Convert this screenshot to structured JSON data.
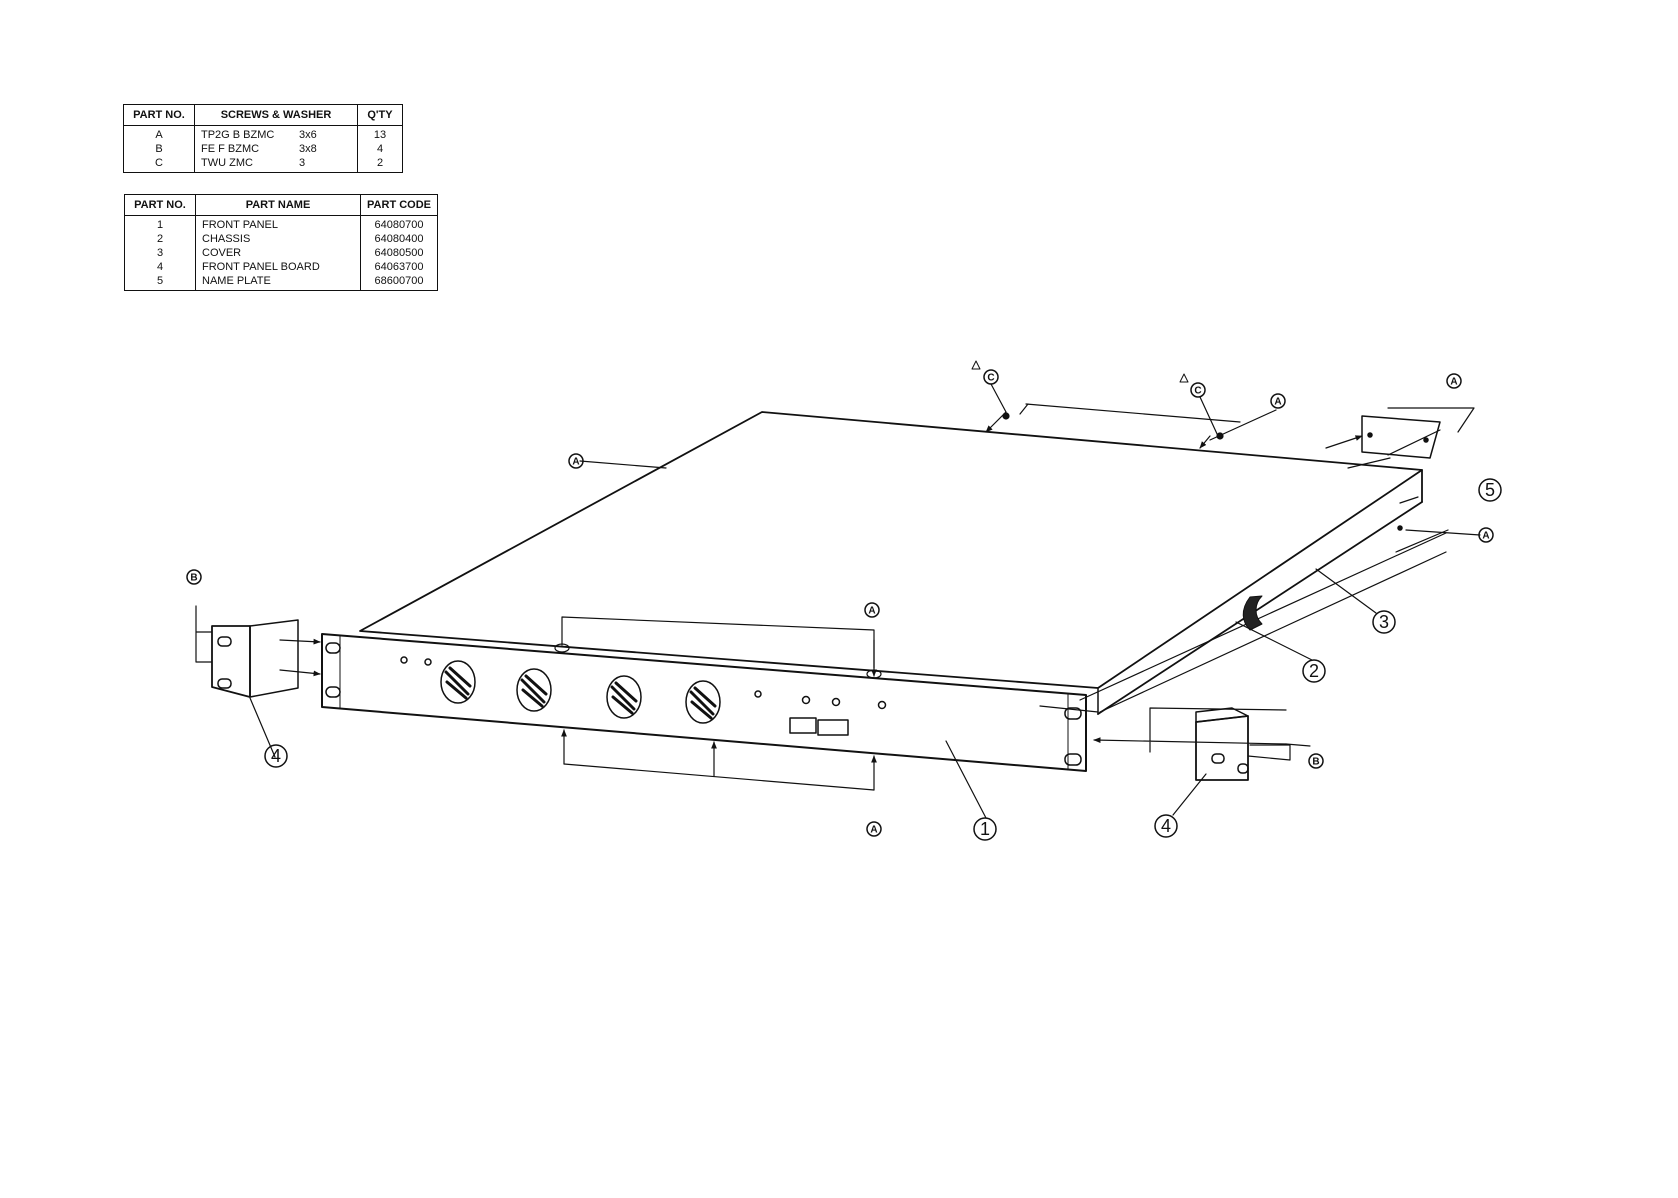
{
  "screw_table": {
    "headers": [
      "PART NO.",
      "SCREWS & WASHER",
      "Q'TY"
    ],
    "rows": [
      {
        "part_no": "A",
        "name": "TP2G B BZMC",
        "size": "3x6",
        "qty": "13"
      },
      {
        "part_no": "B",
        "name": "FE F BZMC",
        "size": "3x8",
        "qty": "4"
      },
      {
        "part_no": "C",
        "name": "TWU ZMC",
        "size": "3",
        "qty": "2"
      }
    ]
  },
  "part_table": {
    "headers": [
      "PART NO.",
      "PART NAME",
      "PART CODE"
    ],
    "rows": [
      {
        "part_no": "1",
        "name": "FRONT PANEL",
        "code": "64080700"
      },
      {
        "part_no": "2",
        "name": "CHASSIS",
        "code": "64080400"
      },
      {
        "part_no": "3",
        "name": "COVER",
        "code": "64080500"
      },
      {
        "part_no": "4",
        "name": "FRONT PANEL BOARD",
        "code": "64063700"
      },
      {
        "part_no": "5",
        "name": "NAME PLATE",
        "code": "68600700"
      }
    ]
  },
  "callouts": {
    "front_panel": "1",
    "chassis": "2",
    "cover": "3",
    "rack_ear_left": "4",
    "rack_ear_right": "4",
    "name_plate": "5"
  },
  "screw_labels": {
    "a": "A",
    "b": "B",
    "c": "C"
  }
}
